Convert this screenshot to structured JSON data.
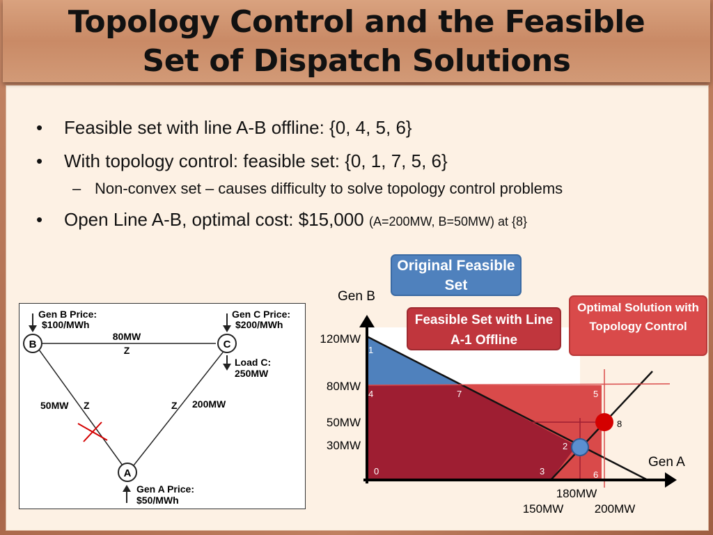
{
  "slide": {
    "title_line1": "Topology Control and the Feasible",
    "title_line2": "Set of Dispatch Solutions",
    "bullet_char": "•",
    "dash_char": "–",
    "bullets": [
      {
        "text": "Feasible set with line A-B offline: {0, 4, 5, 6}"
      },
      {
        "text": "With topology control: feasible set: {0, 1, 7, 5, 6}"
      },
      {
        "text": "Non-convex set – causes difficulty to solve topology control problems"
      },
      {
        "text": "Open Line A-B, optimal cost: $15,000",
        "small": "(A=200MW, B=50MW) at {8}"
      }
    ]
  },
  "network": {
    "gen_b_price_line1": "Gen B Price:",
    "gen_b_price_line2": "$100/MWh",
    "gen_c_price_line1": "Gen C Price:",
    "gen_c_price_line2": "$200/MWh",
    "gen_a_price_line1": "Gen A Price:",
    "gen_a_price_line2": "$50/MWh",
    "node_b": "B",
    "node_c": "C",
    "node_a": "A",
    "load_c_line1": "Load C:",
    "load_c_line2": "250MW",
    "line_bc_flow": "80MW",
    "line_bc_z": "Z",
    "line_ba_flow": "50MW",
    "line_ba_z": "Z",
    "line_ca_z": "Z",
    "line_ca_flow": "200MW"
  },
  "callouts": {
    "original": "Original Feasible Set",
    "offline": "Feasible Set with Line A-1 Offline",
    "optimal": "Optimal Solution with Topology Control"
  },
  "chart_data": {
    "type": "diagram",
    "xlabel": "Gen A",
    "ylabel": "Gen B",
    "y_ticks": [
      "120MW",
      "80MW",
      "50MW",
      "30MW"
    ],
    "x_ticks": [
      "180MW",
      "150MW",
      "200MW"
    ],
    "point_labels": [
      "0",
      "1",
      "2",
      "3",
      "4",
      "5",
      "6",
      "7",
      "8"
    ],
    "colors": {
      "original_region": "#4f81bd",
      "offline_region": "#c0363d",
      "topology_region": "#d94a4a",
      "optimal_point": "#d40000",
      "point_2": "#5b8fd0"
    }
  }
}
